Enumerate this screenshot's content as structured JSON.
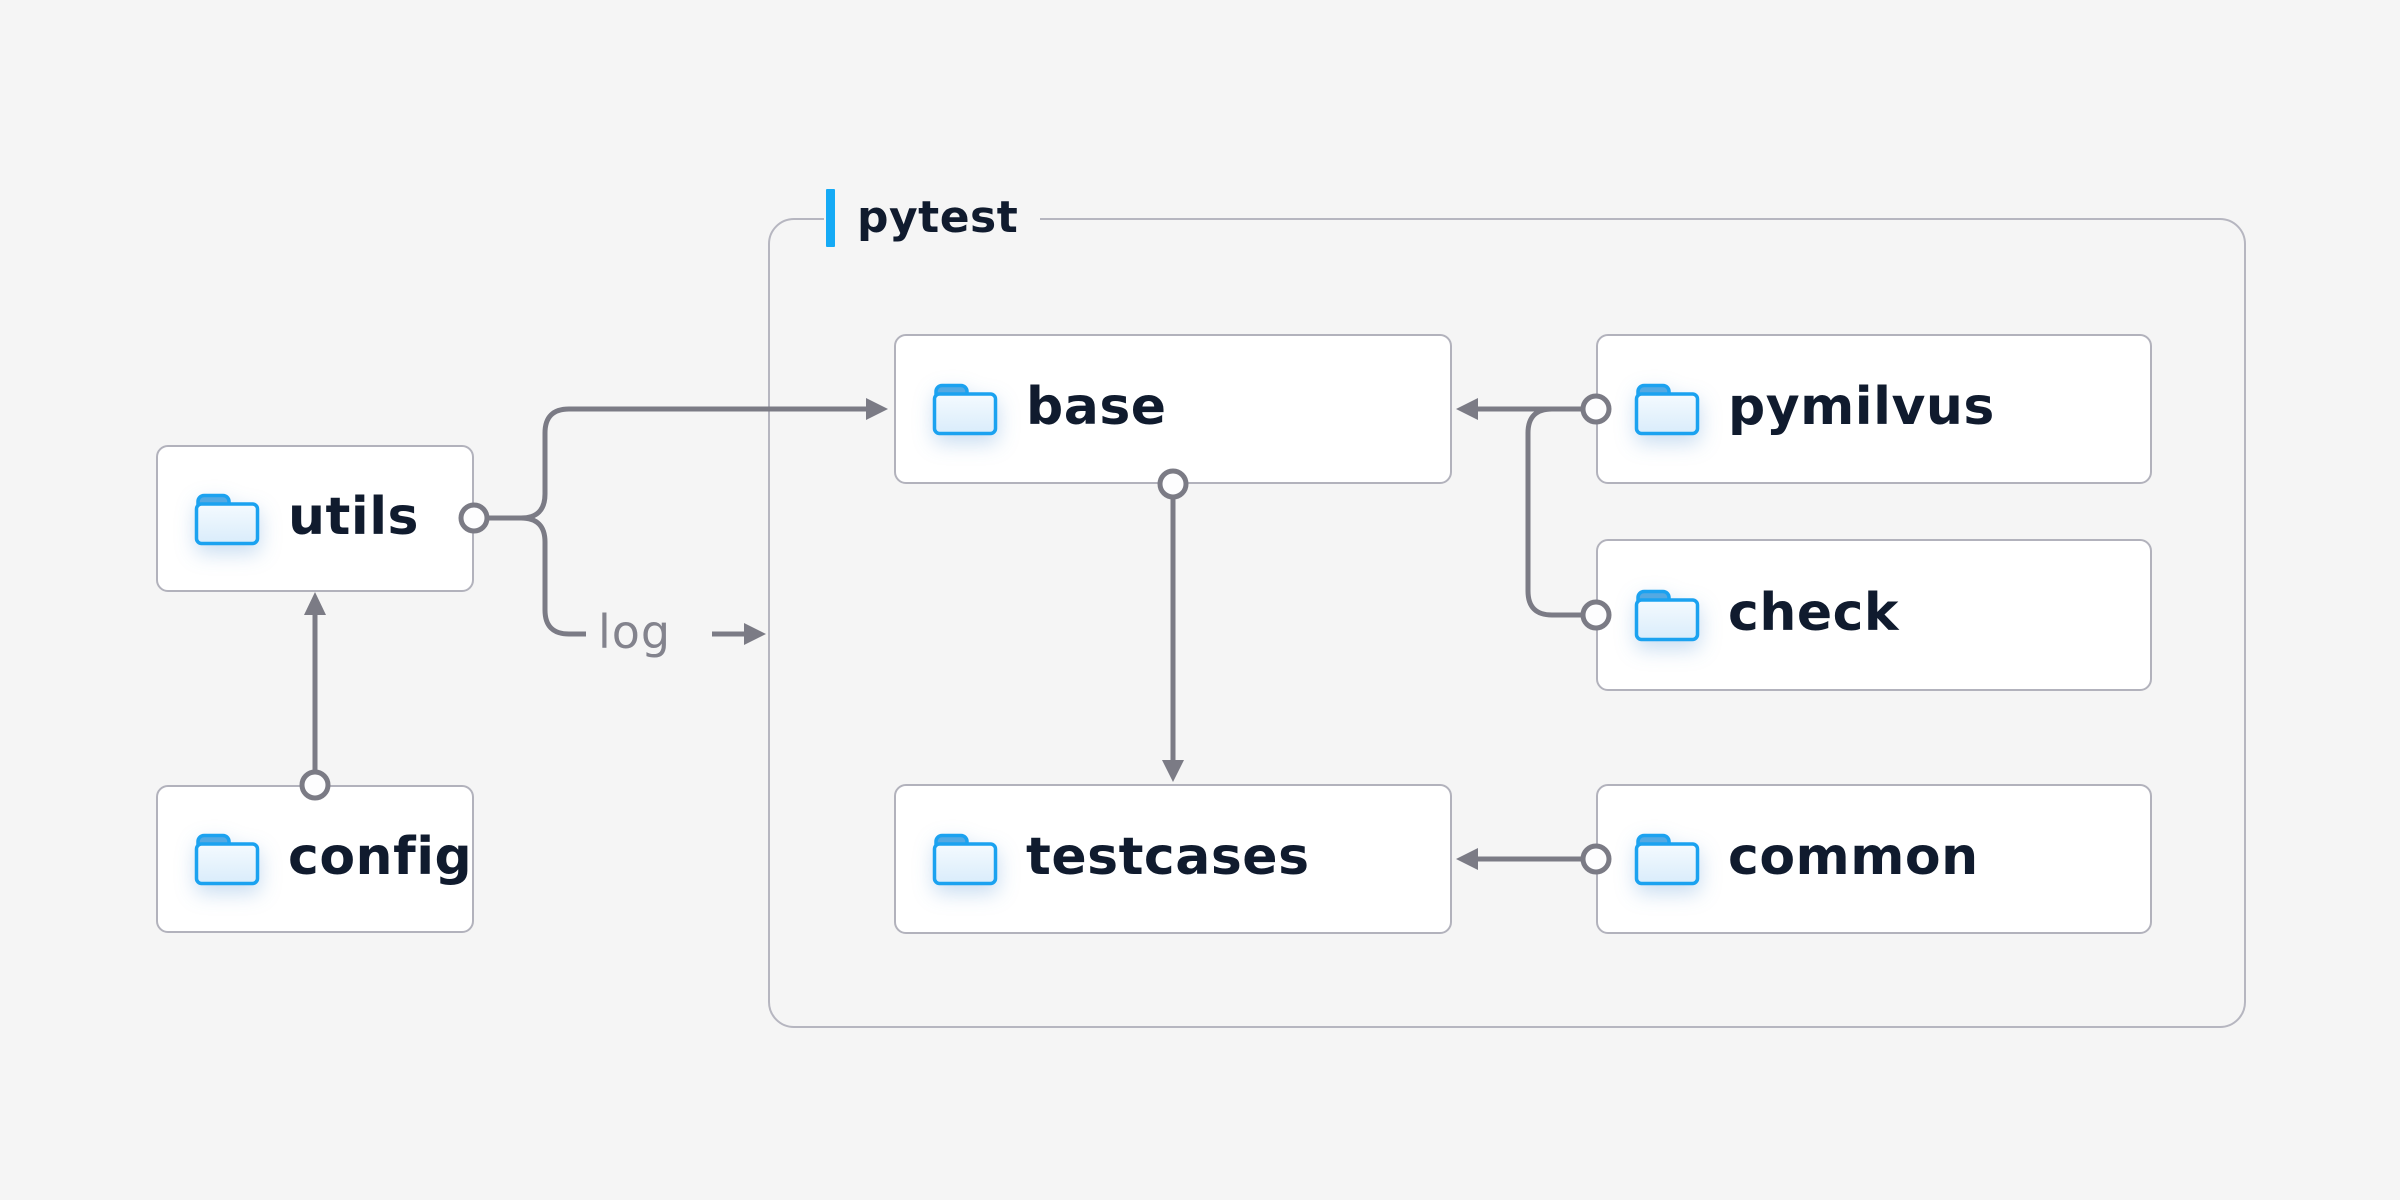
{
  "diagram": {
    "container": {
      "label": "pytest"
    },
    "nodes": {
      "utils": {
        "label": "utils"
      },
      "config": {
        "label": "config"
      },
      "base": {
        "label": "base"
      },
      "pymilvus": {
        "label": "pymilvus"
      },
      "check": {
        "label": "check"
      },
      "testcases": {
        "label": "testcases"
      },
      "common": {
        "label": "common"
      }
    },
    "edge_label": "log",
    "edges": [
      {
        "from": "config",
        "to": "utils"
      },
      {
        "from": "utils",
        "to": "base"
      },
      {
        "from": "utils",
        "to": "log",
        "label": "log"
      },
      {
        "from": "base",
        "to": "testcases"
      },
      {
        "from": "pymilvus",
        "to": "base"
      },
      {
        "from": "check",
        "to": "base"
      },
      {
        "from": "common",
        "to": "testcases"
      }
    ],
    "icon": "folder-icon",
    "colors": {
      "background": "#f5f5f5",
      "accent_bar": "#15aaf5",
      "container_border": "#b6b6c0",
      "node_border": "#b2b2bc",
      "node_fill": "#ffffff",
      "node_text": "#101b2e",
      "edge_line": "#7b7b85",
      "edge_label_text": "#83838d",
      "folder_stroke": "#1ba2f0",
      "folder_tab_fill": "#54a9e2",
      "folder_body_fill": "#e3f1fc"
    }
  }
}
